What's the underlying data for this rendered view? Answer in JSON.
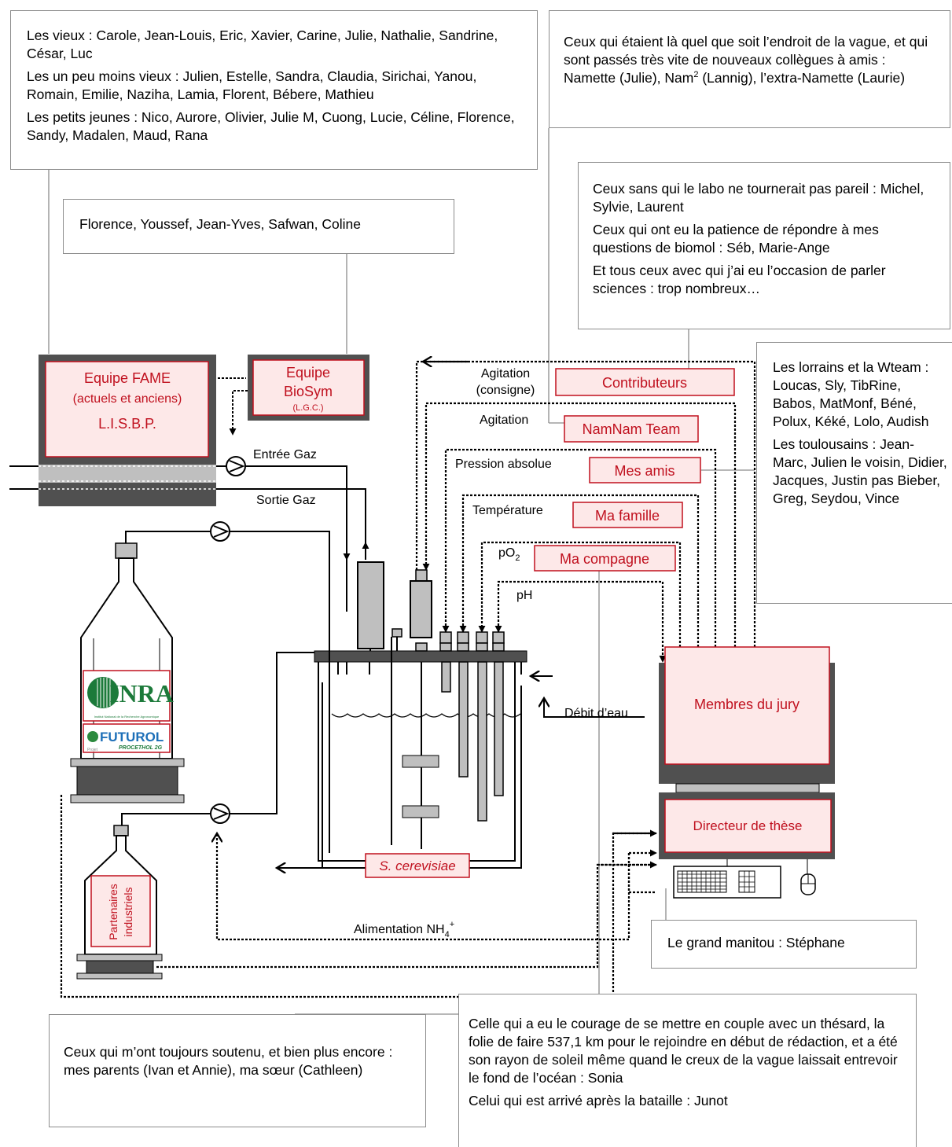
{
  "boxes": {
    "vieux": "Les vieux : Carole, Jean-Louis, Eric, Xavier, Carine, Julie, Nathalie, Sandrine, César, Luc",
    "moins_vieux": "Les un peu moins vieux : Julien, Estelle, Sandra, Claudia, Sirichai, Yanou, Romain, Emilie, Naziha, Lamia, Florent, Bébere, Mathieu",
    "petits_jeunes": "Les petits jeunes : Nico, Aurore, Olivier, Julie M, Cuong, Lucie, Céline, Florence, Sandy, Madalen, Maud, Rana",
    "biosym_people": "Florence, Youssef, Jean-Yves, Safwan, Coline",
    "vague_a": "Ceux qui étaient là quel que soit l’endroit de la vague, et qui sont passés très vite de nouveaux collègues à amis : Namette (Julie), Nam",
    "vague_sup": "2",
    "vague_b": " (Lannig), l’extra-Namette (Laurie)",
    "labo": "Ceux sans qui le labo ne tournerait pas pareil : Michel, Sylvie, Laurent",
    "biomol": "Ceux qui ont eu la patience de répondre à mes questions de biomol : Séb, Marie-Ange",
    "sciences": "Et tous ceux avec qui j’ai eu l’occasion de parler sciences : trop nombreux…",
    "lorrains": "Les lorrains et la Wteam : Loucas, Sly, TibRine, Babos, MatMonf, Béné, Polux, Kéké, Lolo, Audish",
    "toulousains": "Les toulousains : Jean-Marc, Julien le voisin, Didier, Jacques, Justin pas Bieber, Greg, Seydou, Vince",
    "manitou": "Le grand manitou : Stéphane",
    "parents": "Ceux qui m’ont toujours soutenu, et bien plus encore : mes parents (Ivan et Annie), ma sœur (Cathleen)",
    "sonia": "Celle qui a eu le courage de se mettre en couple avec un thésard, la folie de faire 537,1 km pour le rejoindre en début de rédaction, et a été son rayon de soleil même quand le creux de la vague laissait entrevoir le fond de l’océan : Sonia",
    "junot": "Celui qui est arrivé après la bataille : Junot"
  },
  "equipment": {
    "fame_l1": "Equipe FAME",
    "fame_l2": "(actuels et anciens)",
    "fame_l3": "L.I.S.B.P.",
    "biosym_l1": "Equipe",
    "biosym_l2": "BioSym",
    "biosym_l3": "(L.G.C.)",
    "inra": "INRA",
    "inra_sub": "Institut National de la Recherche Agronomique",
    "futurol": "FUTUROL",
    "futurol_sub": "PROCETHOL 2G",
    "futurol_projet": "Projet",
    "partenaires_l1": "Partenaires",
    "partenaires_l2": "industriels",
    "jury": "Membres du jury",
    "directeur": "Directeur de thèse",
    "cerevisiae": "S. cerevisiae"
  },
  "red_labels": {
    "contributeurs": "Contributeurs",
    "namnam": "NamNam Team",
    "amis": "Mes amis",
    "famille": "Ma famille",
    "compagne": "Ma compagne"
  },
  "signals": {
    "agitation_consigne_l1": "Agitation",
    "agitation_consigne_l2": "(consigne)",
    "agitation": "Agitation",
    "pression": "Pression absolue",
    "temperature": "Température",
    "po2": "pO",
    "po2_sub": "2",
    "ph": "pH",
    "entree_gaz": "Entrée Gaz",
    "sortie_gaz": "Sortie Gaz",
    "debit_eau": "Débit d’eau",
    "alimentation": "Alimentation NH",
    "alimentation_sub": "4",
    "alimentation_sup": "+"
  },
  "colors": {
    "red": "#c0101e",
    "pink_fill": "#fde8e8",
    "dark_gray": "#505050",
    "mid_gray": "#bfbfbf",
    "box_border": "#8c8c8c",
    "inra_green": "#1c7a3a",
    "futurol_blue": "#1d6fb8"
  }
}
